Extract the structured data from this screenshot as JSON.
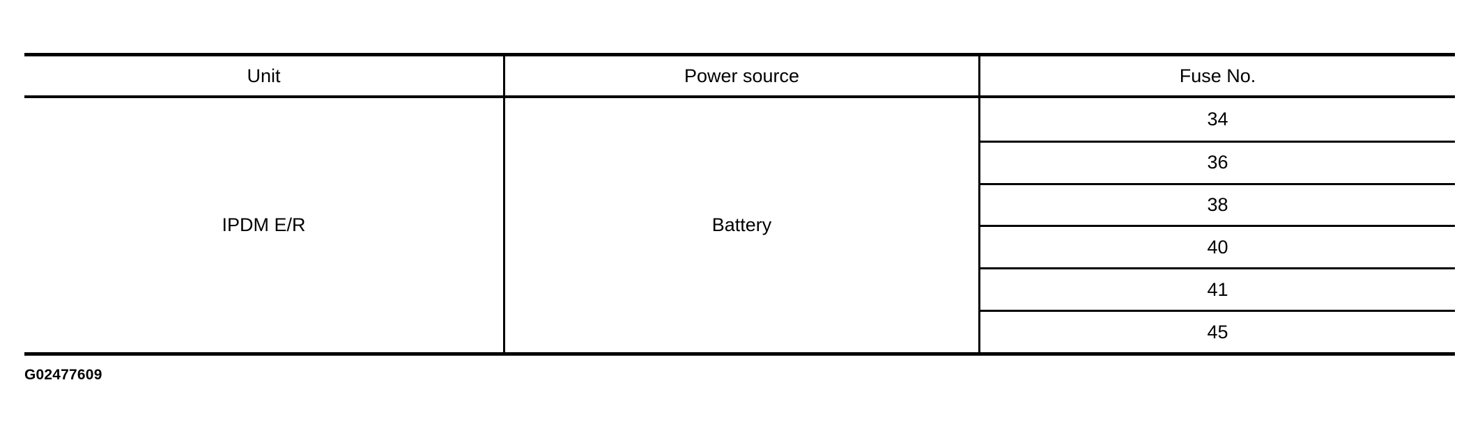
{
  "document": {
    "caption": "G02477609"
  },
  "table": {
    "columns": [
      {
        "key": "unit",
        "label": "Unit"
      },
      {
        "key": "power_source",
        "label": "Power source"
      },
      {
        "key": "fuse_no",
        "label": "Fuse No."
      }
    ],
    "rows": [
      {
        "unit": "IPDM E/R",
        "power_source": "Battery",
        "fuse_numbers": [
          "34",
          "36",
          "38",
          "40",
          "41",
          "45"
        ]
      }
    ]
  },
  "style": {
    "text_color": "#000000",
    "background_color": "#ffffff",
    "rule_color": "#000000"
  }
}
